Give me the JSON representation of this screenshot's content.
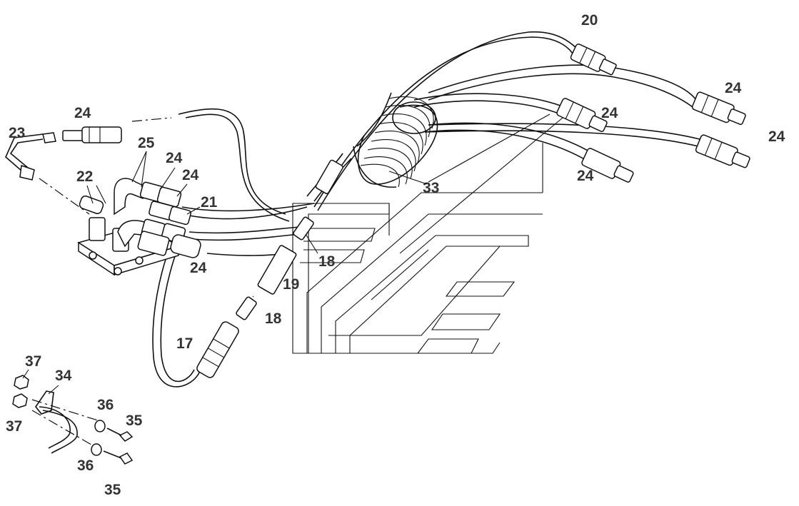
{
  "diagram": {
    "callouts": [
      {
        "id": "c20",
        "text": "20"
      },
      {
        "id": "c24a",
        "text": "24"
      },
      {
        "id": "c24b",
        "text": "24"
      },
      {
        "id": "c24c",
        "text": "24"
      },
      {
        "id": "c24d",
        "text": "24"
      },
      {
        "id": "c24e",
        "text": "24"
      },
      {
        "id": "c24f",
        "text": "24"
      },
      {
        "id": "c24g",
        "text": "24"
      },
      {
        "id": "c24h",
        "text": "24"
      },
      {
        "id": "c23",
        "text": "23"
      },
      {
        "id": "c25",
        "text": "25"
      },
      {
        "id": "c22",
        "text": "22"
      },
      {
        "id": "c21",
        "text": "21"
      },
      {
        "id": "c33",
        "text": "33"
      },
      {
        "id": "c18a",
        "text": "18"
      },
      {
        "id": "c18b",
        "text": "18"
      },
      {
        "id": "c19",
        "text": "19"
      },
      {
        "id": "c17",
        "text": "17"
      },
      {
        "id": "c37a",
        "text": "37"
      },
      {
        "id": "c37b",
        "text": "37"
      },
      {
        "id": "c34",
        "text": "34"
      },
      {
        "id": "c36a",
        "text": "36"
      },
      {
        "id": "c36b",
        "text": "36"
      },
      {
        "id": "c35a",
        "text": "35"
      },
      {
        "id": "c35b",
        "text": "35"
      }
    ]
  }
}
